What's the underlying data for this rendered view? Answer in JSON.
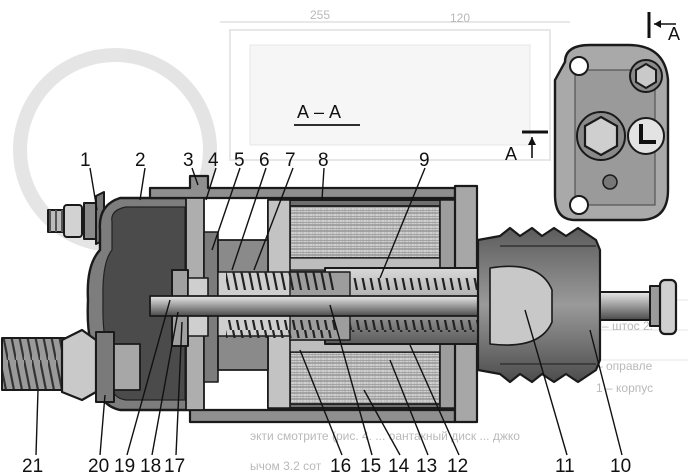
{
  "section_title": "А – А",
  "view_marker": "А",
  "callouts": [
    "1",
    "2",
    "3",
    "4",
    "5",
    "6",
    "7",
    "8",
    "9",
    "10",
    "11",
    "12",
    "13",
    "14",
    "15",
    "16",
    "17",
    "18",
    "19",
    "20",
    "21"
  ],
  "background_text": {
    "top_dims": [
      "255",
      "120"
    ],
    "right_lines": [
      "– штос 2.",
      "– оправле",
      "1 – корпус"
    ],
    "bottom_line": "экти смотрите (рис. 4. ... оантакный диск ... джко",
    "bottom_line2": "ычом 3.2 сот"
  },
  "colors": {
    "ink": "#1a1a1a",
    "housing": "#8f8f8f",
    "dark": "#5a5a5a",
    "light": "#cfcfcf",
    "coil": "#bdbdbd"
  }
}
